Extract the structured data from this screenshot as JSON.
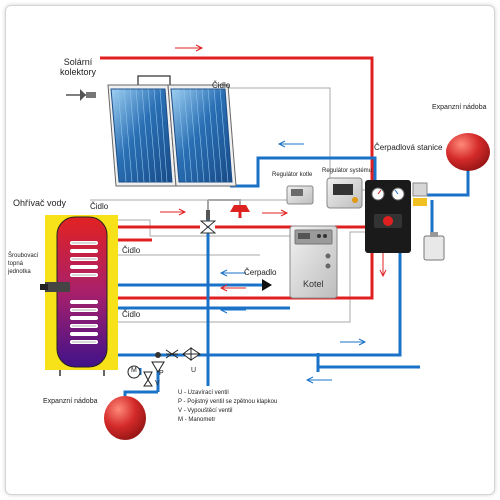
{
  "labels": {
    "solar_collectors": "Solární\nkolektory",
    "sensor_top": "Čidlo",
    "expansion_tank_top": "Expanzní nádoba",
    "pump_station": "Čerpadlová stanice",
    "boiler_regulator": "Regulátor kotle",
    "system_regulator": "Regulátor systému",
    "water_heater": "Ohřívač vody",
    "sensor_heater_top": "Čidlo",
    "sensor_heater_mid": "Čidlo",
    "screw_heater": "Šroubovací\ntopná\njednotka",
    "sensor_heater_bottom": "Čidlo",
    "pump": "Čerpadlo",
    "boiler": "Kotel",
    "manometer_symbol": "M",
    "valve_p_symbol": "P",
    "valve_u_symbol": "U",
    "valve_v_symbol": "V",
    "expansion_tank_bottom": "Expanzní nádoba"
  },
  "legend": [
    "U - Uzavírací ventil",
    "P - Pojistný ventil se zpětnou klapkou",
    "V - Vypouštěcí ventil",
    "M - Manometr"
  ],
  "colors": {
    "hot": "#e02020",
    "cold": "#1a72c8",
    "gray_line": "#a9a9a9",
    "collector": "#2a6fb4",
    "tank_red": "#d42a2a",
    "heater_yellow": "#f7e21a"
  }
}
